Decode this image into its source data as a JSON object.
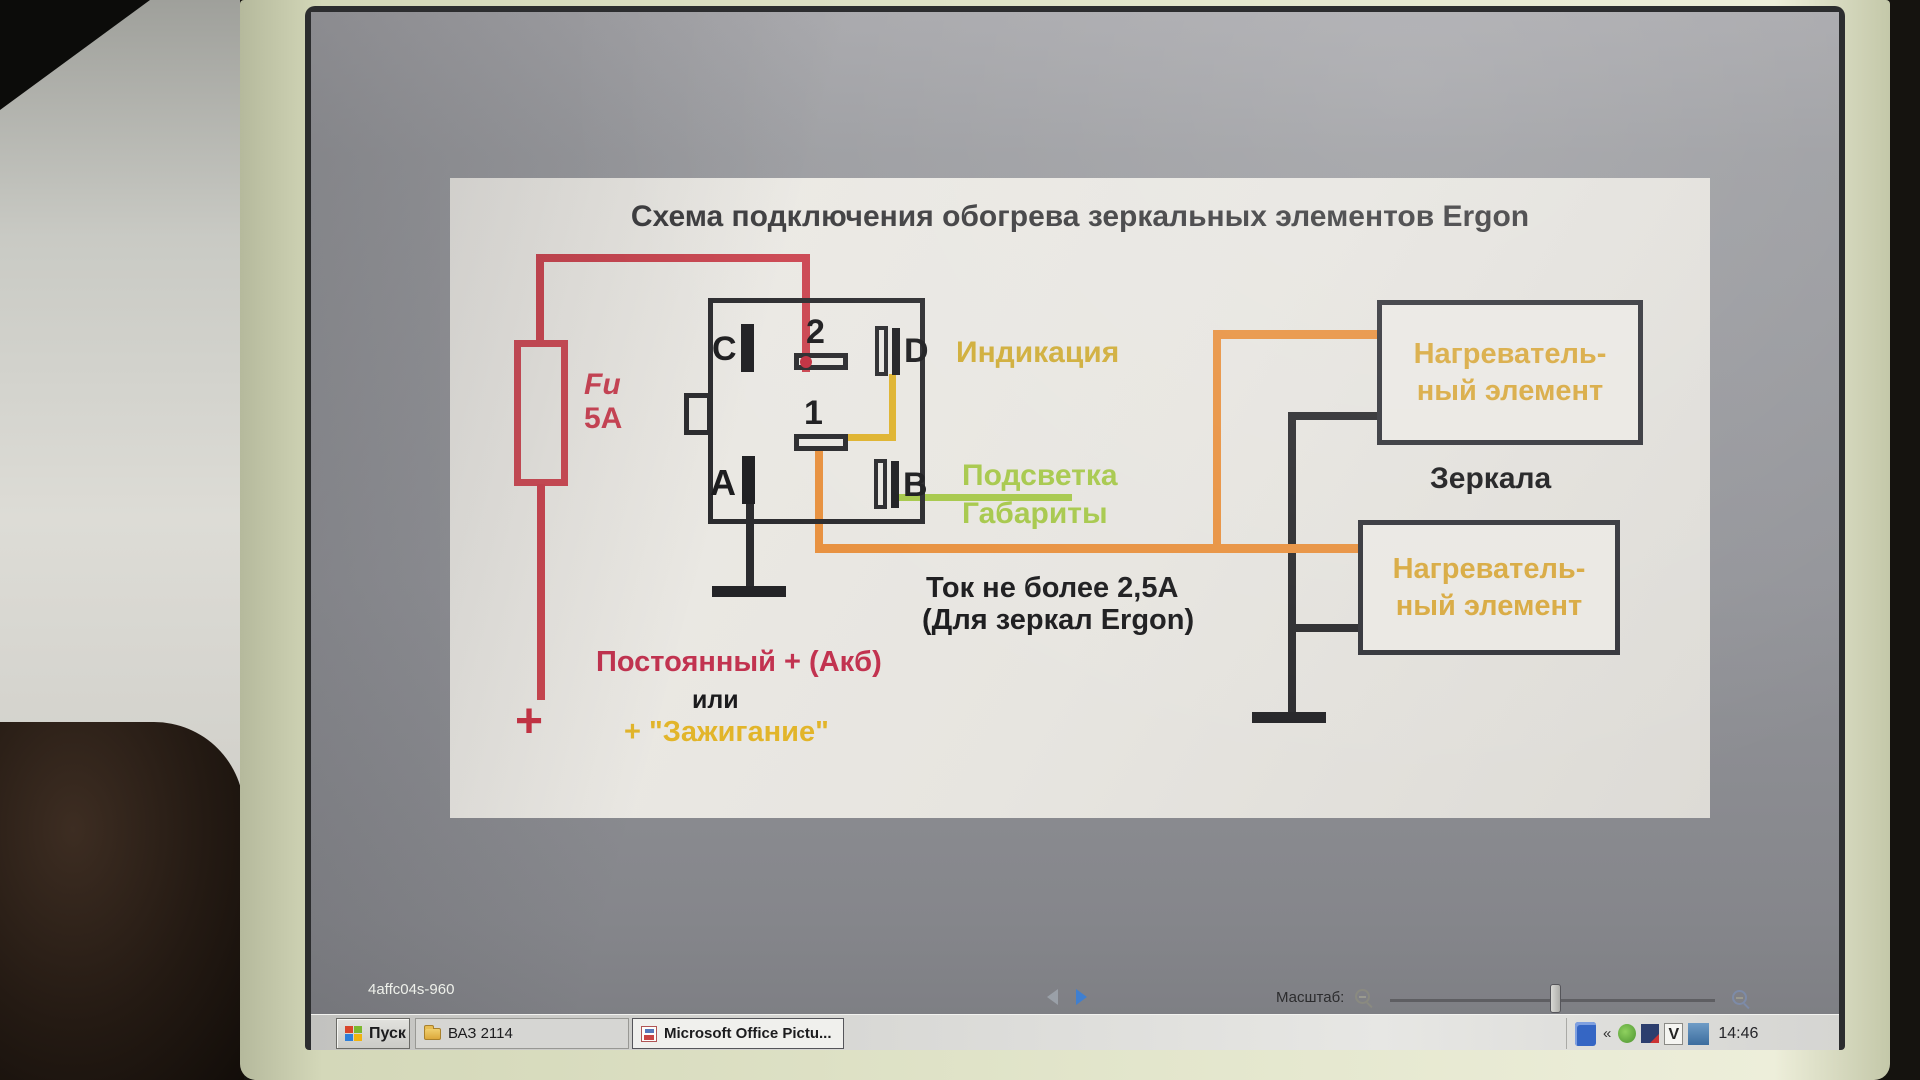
{
  "diagram": {
    "title": "Схема подключения обогрева зеркальных элементов Ergon",
    "fuse": {
      "line1": "Fu",
      "line2": "5A"
    },
    "contacts": {
      "c": "C",
      "two": "2",
      "d": "D",
      "one": "1",
      "a": "A",
      "b": "B"
    },
    "labels": {
      "indication": "Индикация",
      "backlight": "Подсветка",
      "gabarity": "Габариты",
      "current_line1": "Ток не более 2,5А",
      "current_line2": "(Для зеркал Ergon)",
      "constant_plus": "Постоянный + (Акб)",
      "or": "или",
      "ignition": "+ \"Зажигание\"",
      "plus": "+",
      "mirrors": "Зеркала"
    },
    "heater_top": {
      "line1": "Нагреватель-",
      "line2": "ный элемент"
    },
    "heater_bottom": {
      "line1": "Нагреватель-",
      "line2": "ный элемент"
    },
    "wire_colors": {
      "red": "#cb4550",
      "orange": "#e8913f",
      "yellow": "#dfb32e",
      "green": "#a6c84a",
      "black": "#2b2b2e"
    }
  },
  "viewer": {
    "filename": "4affc04s-960",
    "zoom_label": "Масштаб:"
  },
  "taskbar": {
    "start": "Пуск",
    "tasks": [
      {
        "label": "ВАЗ 2114"
      },
      {
        "label": "Microsoft Office Pictu..."
      }
    ],
    "tray_overflow": "«",
    "tray_letter_v": "V",
    "clock": "14:46"
  }
}
